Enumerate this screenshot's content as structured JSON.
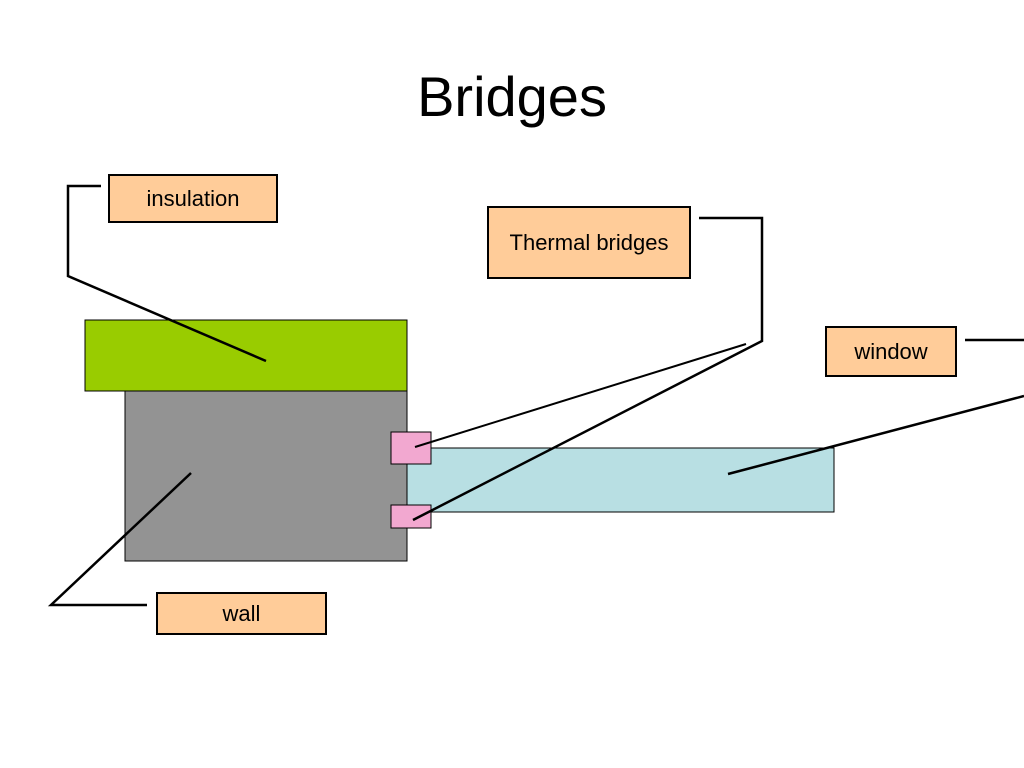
{
  "slide": {
    "title": "Bridges"
  },
  "labels": {
    "insulation": "insulation",
    "thermal_bridges": "Thermal bridges",
    "window": "window",
    "wall": "wall"
  },
  "colors": {
    "insulation": "#99cc00",
    "wall": "#939393",
    "window": "#b8dfe3",
    "thermal_bridge": "#f2a8d0",
    "label_fill": "#ffcc99",
    "stroke": "#000000"
  }
}
